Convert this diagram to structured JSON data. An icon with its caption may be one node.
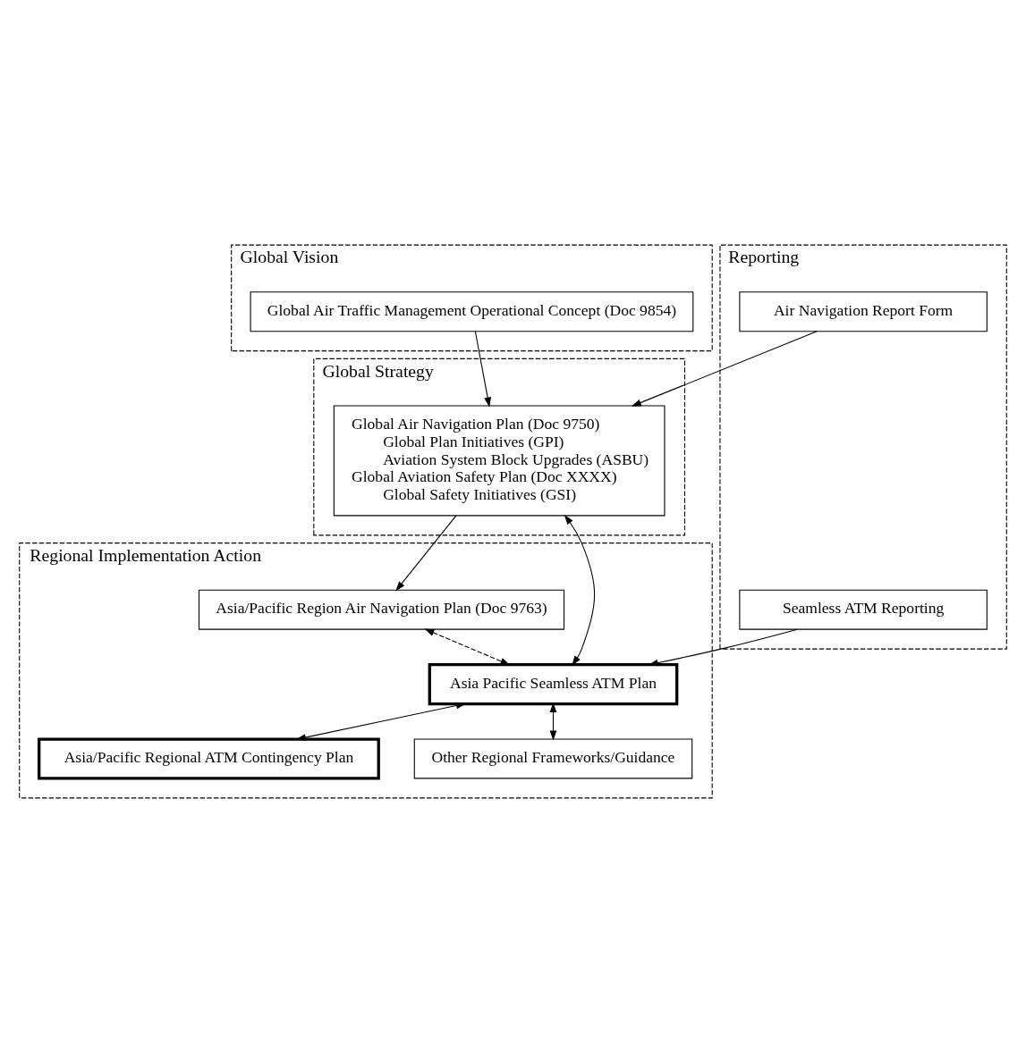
{
  "diagram": {
    "nodes": [
      {
        "text": [
          "Global Vision"
        ]
      },
      {
        "text": [
          "Global Air Traffic Management Operational Concept (Doc 9854)"
        ],
        "in": 0
      },
      {
        "text": [
          "Global Strategy"
        ]
      },
      {
        "text": [
          "Global Air Navigation Plan (Doc 9750)",
          "Global Plan Initiatives (GPI)",
          "Aviation System Block Upgrades (ASBU)",
          "Global Aviation Safety Plan (Doc XXXX)",
          "Global Safety Initiatives (GSI)"
        ],
        "in": 2
      },
      {
        "text": [
          "Regional Implementation Action"
        ]
      },
      {
        "text": [
          "Asia/Pacific Region Air Navigation Plan (Doc 9763)"
        ],
        "in": 4
      },
      {
        "text": [
          "Asia Pacific Seamless ATM Plan"
        ],
        "in": 4
      },
      {
        "text": [
          "Asia/Pacific Regional ATM Contingency Plan"
        ],
        "in": 4
      },
      {
        "text": [
          "Other Regional Frameworks/Guidance"
        ],
        "in": 4
      },
      {
        "text": [
          "Reporting"
        ]
      },
      {
        "text": [
          "Seamless ATM Reporting"
        ],
        "in": 9
      },
      {
        "text": [
          "Air Navigation Report Form"
        ],
        "in": 9
      }
    ],
    "edges": [
      {
        "from": 1,
        "to": 3,
        "arrow": "to"
      },
      {
        "from": 3,
        "to": 5,
        "arrow": "to"
      },
      {
        "from": 3,
        "to": 6,
        "arrow": "both"
      },
      {
        "from": 5,
        "to": 6,
        "arrow": "both",
        "style": "dashed"
      },
      {
        "from": 6,
        "to": 7,
        "arrow": "both"
      },
      {
        "from": 6,
        "to": 8,
        "arrow": "both"
      },
      {
        "from": 10,
        "to": 6,
        "arrow": "to"
      },
      {
        "from": 11,
        "to": 3,
        "arrow": "to"
      }
    ]
  }
}
